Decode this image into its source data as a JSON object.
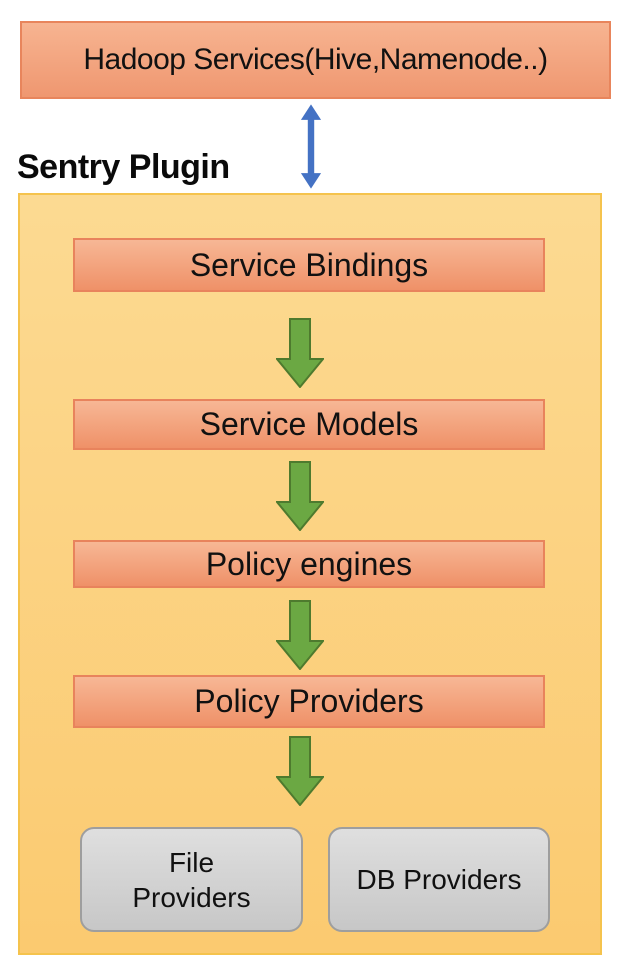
{
  "diagram": {
    "external_service_label": "Hadoop Services(Hive,Namenode..)",
    "plugin_title": "Sentry Plugin",
    "flow_boxes": [
      {
        "label": "Service Bindings"
      },
      {
        "label": "Service Models"
      },
      {
        "label": "Policy engines"
      },
      {
        "label": "Policy Providers"
      }
    ],
    "provider_boxes": [
      {
        "label": "File Providers"
      },
      {
        "label": "DB Providers"
      }
    ],
    "icons": {
      "connector": "double-headed-vertical-arrow",
      "flow": "block-down-arrow"
    },
    "colors": {
      "flow_box_fill_top": "#F7B795",
      "flow_box_fill_bottom": "#EF9168",
      "flow_box_border": "#E8835C",
      "container_fill_top": "#FCDA92",
      "container_fill_bottom": "#FBCA70",
      "container_border": "#F5C34D",
      "green_arrow_fill": "#6BA843",
      "green_arrow_border": "#4E7A2E",
      "blue_arrow": "#4472C4",
      "provider_fill_top": "#DFDFDF",
      "provider_fill_bottom": "#C7C7C7",
      "provider_border": "#9E9E9E",
      "text": "#111111"
    }
  }
}
